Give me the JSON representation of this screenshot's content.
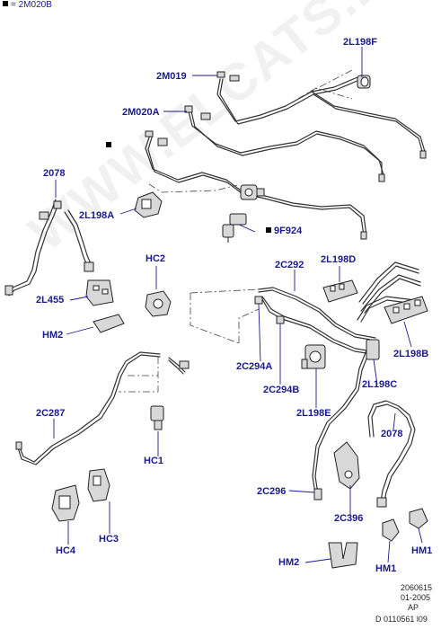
{
  "legend": {
    "code": "= 2M020B"
  },
  "watermark": "WWW.ELCATS.RU",
  "labels": {
    "l_2l198f": "2L198F",
    "l_2m019": "2M019",
    "l_2m020a": "2M020A",
    "l_2078_top": "2078",
    "l_2l198a": "2L198A",
    "l_9f924": "9F924",
    "l_hc2": "HC2",
    "l_2c292": "2C292",
    "l_2l198d": "2L198D",
    "l_2l455": "2L455",
    "l_hm2_left": "HM2",
    "l_2l198b": "2L198B",
    "l_2c294a": "2C294A",
    "l_2c294b": "2C294B",
    "l_2l198c": "2L198C",
    "l_2c287": "2C287",
    "l_2l198e": "2L198E",
    "l_2078_right": "2078",
    "l_hc1": "HC1",
    "l_2c296": "2C296",
    "l_2c396": "2C396",
    "l_hc4": "HC4",
    "l_hc3": "HC3",
    "l_hm1_right": "HM1",
    "l_hm2_bottom": "HM2",
    "l_hm1_mid": "HM1"
  },
  "footer": {
    "line1": "2060615",
    "line2": "01-2005",
    "line3": "AP",
    "line4": "D 0110561 l09"
  }
}
